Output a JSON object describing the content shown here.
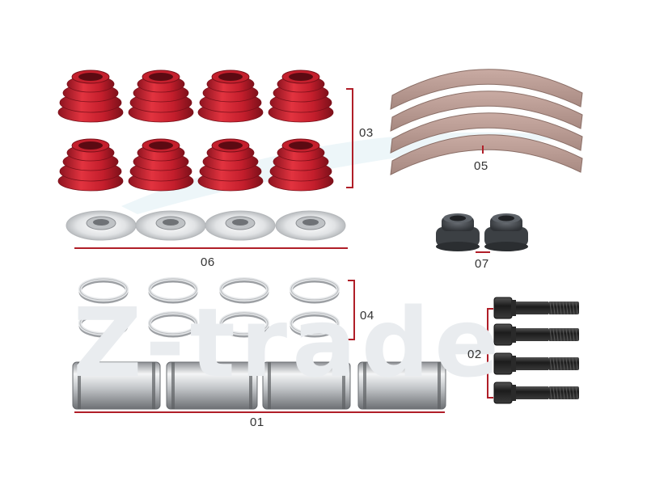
{
  "watermark": {
    "text": "Z-trade"
  },
  "labels": {
    "pins": "01",
    "bolts": "02",
    "boots": "03",
    "rings": "04",
    "strips": "05",
    "washers": "06",
    "caps": "07"
  },
  "colors": {
    "boot_red": "#c8202e",
    "bracket_red": "#b01e28",
    "steel": "#c8cacc",
    "bolt_dark": "#2c2c2c",
    "strip_tan": "#b89a92",
    "cap_grey": "#4a4e52"
  }
}
